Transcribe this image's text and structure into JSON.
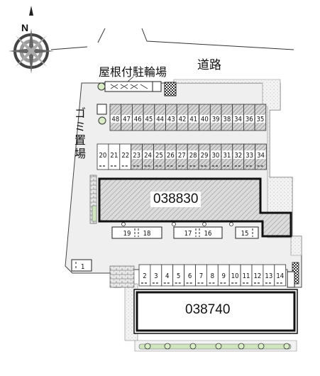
{
  "labels": {
    "road": "道路",
    "bike_parking": "屋根付駐輪場",
    "garbage": "ゴミ置場",
    "compass_n": "N"
  },
  "buildings": [
    {
      "id": "a",
      "code": "038830"
    },
    {
      "id": "b",
      "code": "038740"
    }
  ],
  "parking": {
    "top_row": [
      "48",
      "47",
      "46",
      "45",
      "44",
      "43",
      "42",
      "41",
      "40",
      "39",
      "38",
      "34",
      "36",
      "35"
    ],
    "second_row": [
      "20",
      "21",
      "22",
      "23",
      "24",
      "25",
      "26",
      "27",
      "28",
      "29",
      "30",
      "31",
      "32",
      "33",
      "34"
    ],
    "middle_row": [
      "19",
      "18",
      "17",
      "16",
      "15"
    ],
    "left_spot": "1",
    "bottom_row": [
      "2",
      "3",
      "4",
      "5",
      "6",
      "7",
      "8",
      "9",
      "10",
      "11",
      "12",
      "13",
      "14"
    ]
  },
  "colors": {
    "lot": "#efefef",
    "stall_hatch": "#a8a8a8",
    "building_hatch": "#b5b5b5",
    "hedge": "#cfe5bd",
    "outline": "#222222"
  }
}
